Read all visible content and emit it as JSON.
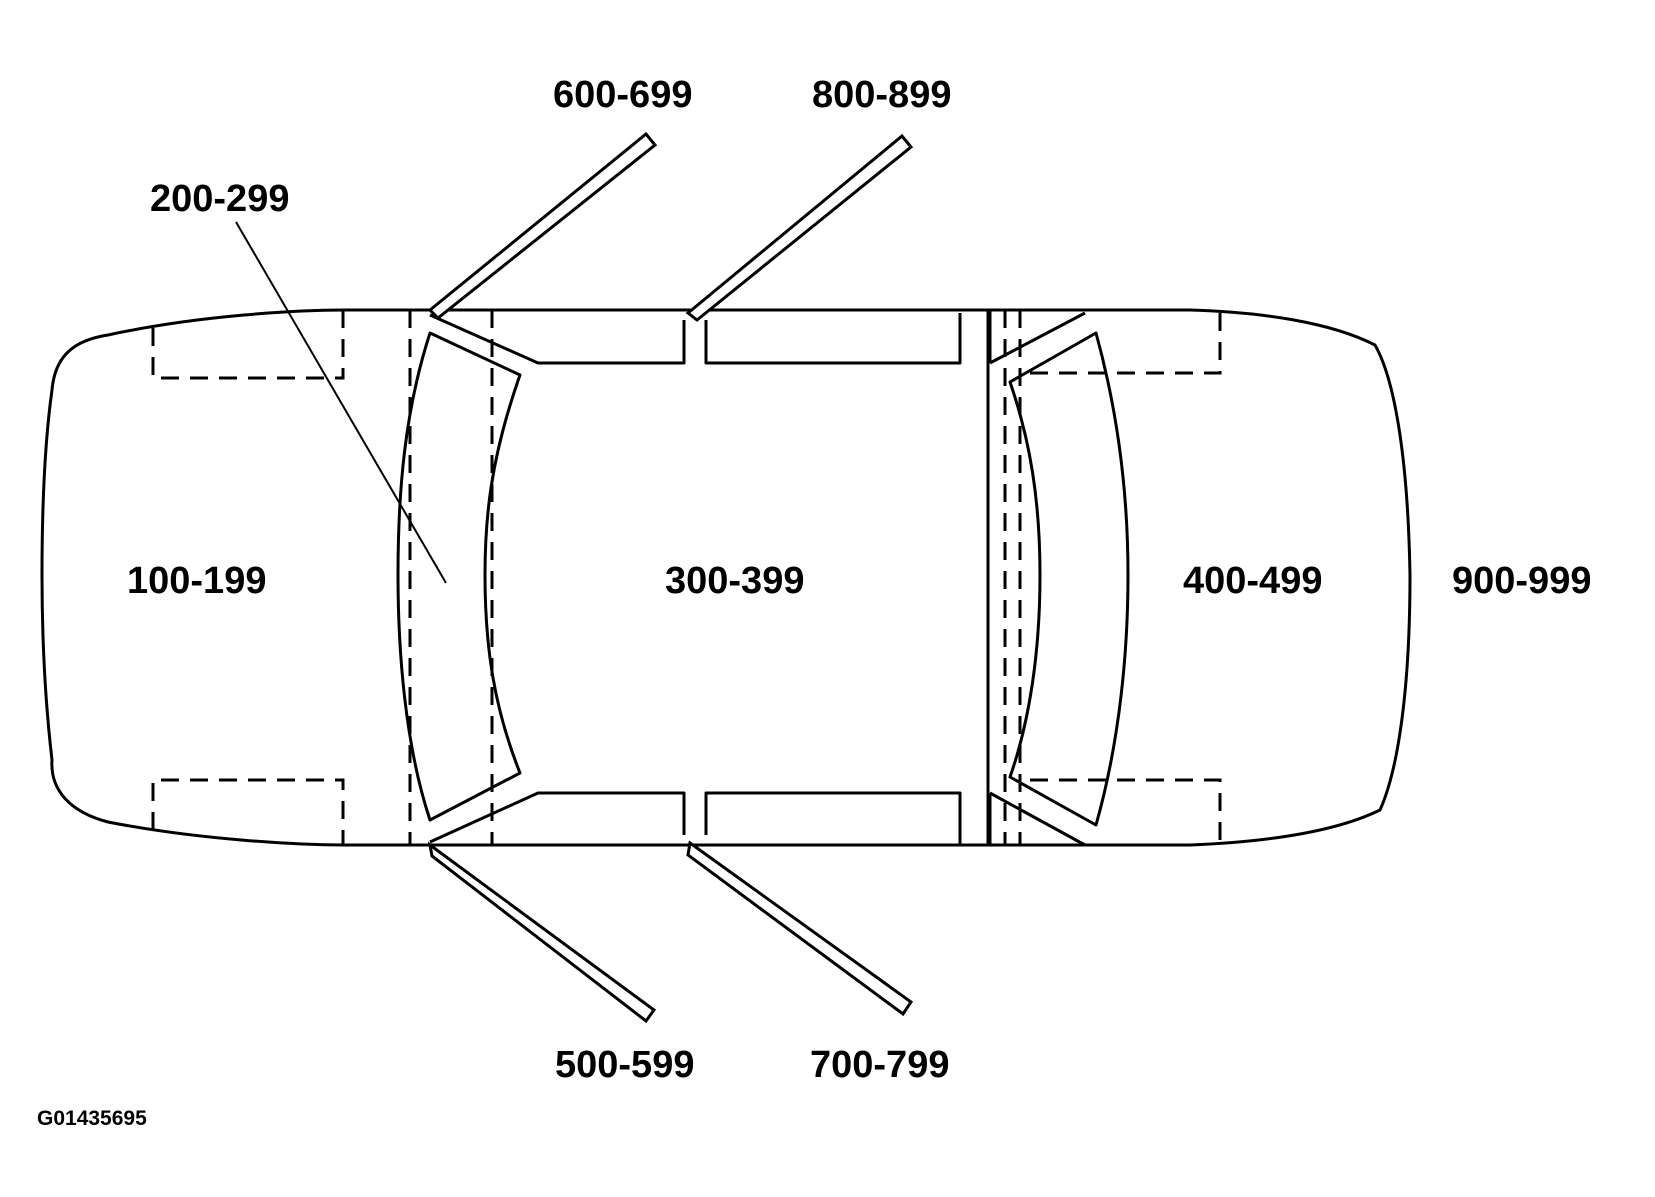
{
  "zones": {
    "front": "100-199",
    "windshield": "200-299",
    "passenger_compartment": "300-399",
    "rear_compartment": "400-499",
    "rear": "900-999",
    "left_front_door": "600-699",
    "left_rear_door": "800-899",
    "right_front_door": "500-599",
    "right_rear_door": "700-799"
  },
  "figure_id": "G01435695"
}
